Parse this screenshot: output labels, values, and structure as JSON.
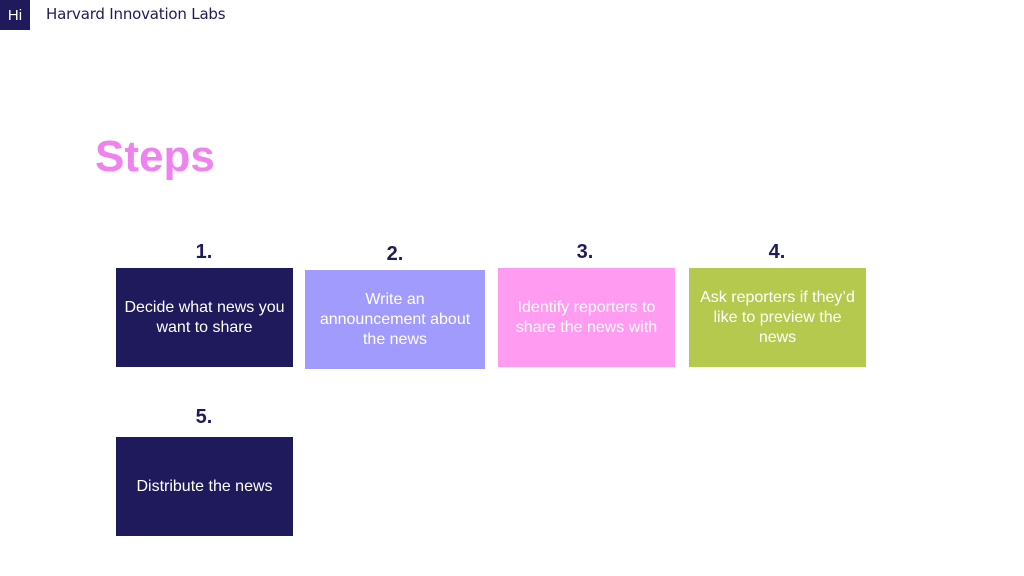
{
  "header": {
    "logo_badge": "Hi",
    "org_name": "Harvard Innovation Labs"
  },
  "title": "Steps",
  "steps": [
    {
      "number": "1.",
      "text": "Decide what news you want to share",
      "bg": "#1f1a5c",
      "fg": "#ffffff"
    },
    {
      "number": "2.",
      "text": "Write an announcement about the news",
      "bg": "#a29bfe",
      "fg": "#ffffff"
    },
    {
      "number": "3.",
      "text": "Identify reporters to share the news with",
      "bg": "#ff9cf2",
      "fg": "#ffffff"
    },
    {
      "number": "4.",
      "text": "Ask reporters if they’d like to preview the news",
      "bg": "#b6c94f",
      "fg": "#ffffff"
    },
    {
      "number": "5.",
      "text": "Distribute the news",
      "bg": "#1f1a5c",
      "fg": "#ffffff"
    }
  ],
  "colors": {
    "brand_navy": "#1f1a5c",
    "title_pink": "#ee82ee"
  }
}
